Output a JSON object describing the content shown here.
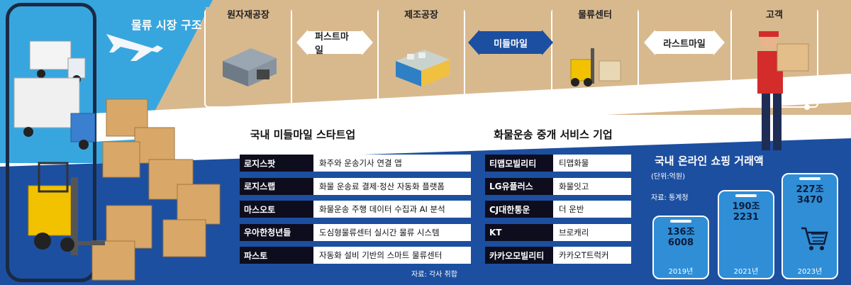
{
  "title": "물류 시장 구조",
  "stages": [
    {
      "label": "원자재공장"
    },
    {
      "label": "제조공장"
    },
    {
      "label": "물류센터"
    },
    {
      "label": "고객"
    }
  ],
  "arrows": {
    "first_mile": "퍼스트마일",
    "middle_mile": "미들마일",
    "last_mile": "라스트마일"
  },
  "left_table": {
    "header": "국내 미들마일 스타트업",
    "rows": [
      {
        "name": "로지스팟",
        "desc": "화주와 운송기사 연결 앱"
      },
      {
        "name": "로지스랩",
        "desc": "화물 운송료 결제·정산 자동화 플랫폼"
      },
      {
        "name": "마스오토",
        "desc": "화물운송 주행 데이터 수집과 AI 분석"
      },
      {
        "name": "우아한청년들",
        "desc": "도심형물류센터 실시간 물류 시스템"
      },
      {
        "name": "파스토",
        "desc": "자동화 설비 기반의 스마트 물류센터"
      }
    ],
    "source": "자료: 각사 취합"
  },
  "right_table": {
    "header": "화물운송 중개 서비스 기업",
    "rows": [
      {
        "name": "티맵모빌리티",
        "desc": "티맵화물"
      },
      {
        "name": "LG유플러스",
        "desc": "화물잇고"
      },
      {
        "name": "CJ대한통운",
        "desc": "더 운반"
      },
      {
        "name": "KT",
        "desc": "브로캐리"
      },
      {
        "name": "카카오모빌리티",
        "desc": "카카오T트럭커"
      }
    ]
  },
  "chart_data": {
    "type": "bar",
    "title": "국내 온라인 쇼핑 거래액",
    "unit": "(단위:억원)",
    "source": "자료: 통계청",
    "categories": [
      "2019년",
      "2021년",
      "2023년"
    ],
    "values": [
      1366008,
      1902231,
      2273470
    ],
    "value_labels": [
      "136조\n6008",
      "190조\n2231",
      "227조\n3470"
    ]
  },
  "colors": {
    "navy": "#1c4fa0",
    "tan": "#d8b98e",
    "sky": "#38a6de",
    "bar": "#2f8ed6"
  }
}
